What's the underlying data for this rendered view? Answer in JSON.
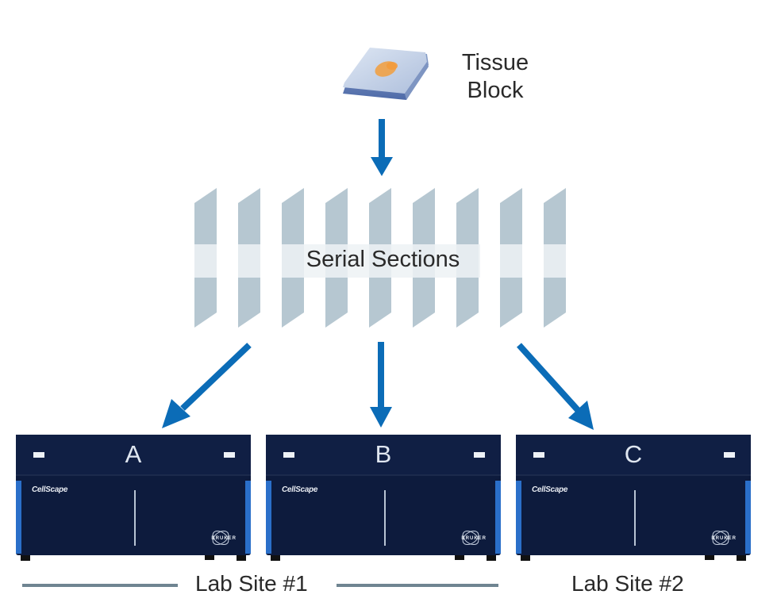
{
  "tissue_block": {
    "label_line1": "Tissue",
    "label_line2": "Block",
    "icon": "tissue-block-icon"
  },
  "serial_sections": {
    "label": "Serial Sections",
    "count": 9
  },
  "instruments": [
    {
      "letter": "A",
      "brand": "CellScape",
      "maker": "BRUKER"
    },
    {
      "letter": "B",
      "brand": "CellScape",
      "maker": "BRUKER"
    },
    {
      "letter": "C",
      "brand": "CellScape",
      "maker": "BRUKER"
    }
  ],
  "sites": [
    {
      "label": "Lab Site #1"
    },
    {
      "label": "Lab Site #2"
    }
  ],
  "colors": {
    "arrow": "#0b6cb7",
    "section": "#b6c7d1",
    "section_band": "#e6ecf0",
    "instrument_body": "#0d1b3d",
    "instrument_accent": "#2a6fc9",
    "site_line": "#6f8591"
  }
}
